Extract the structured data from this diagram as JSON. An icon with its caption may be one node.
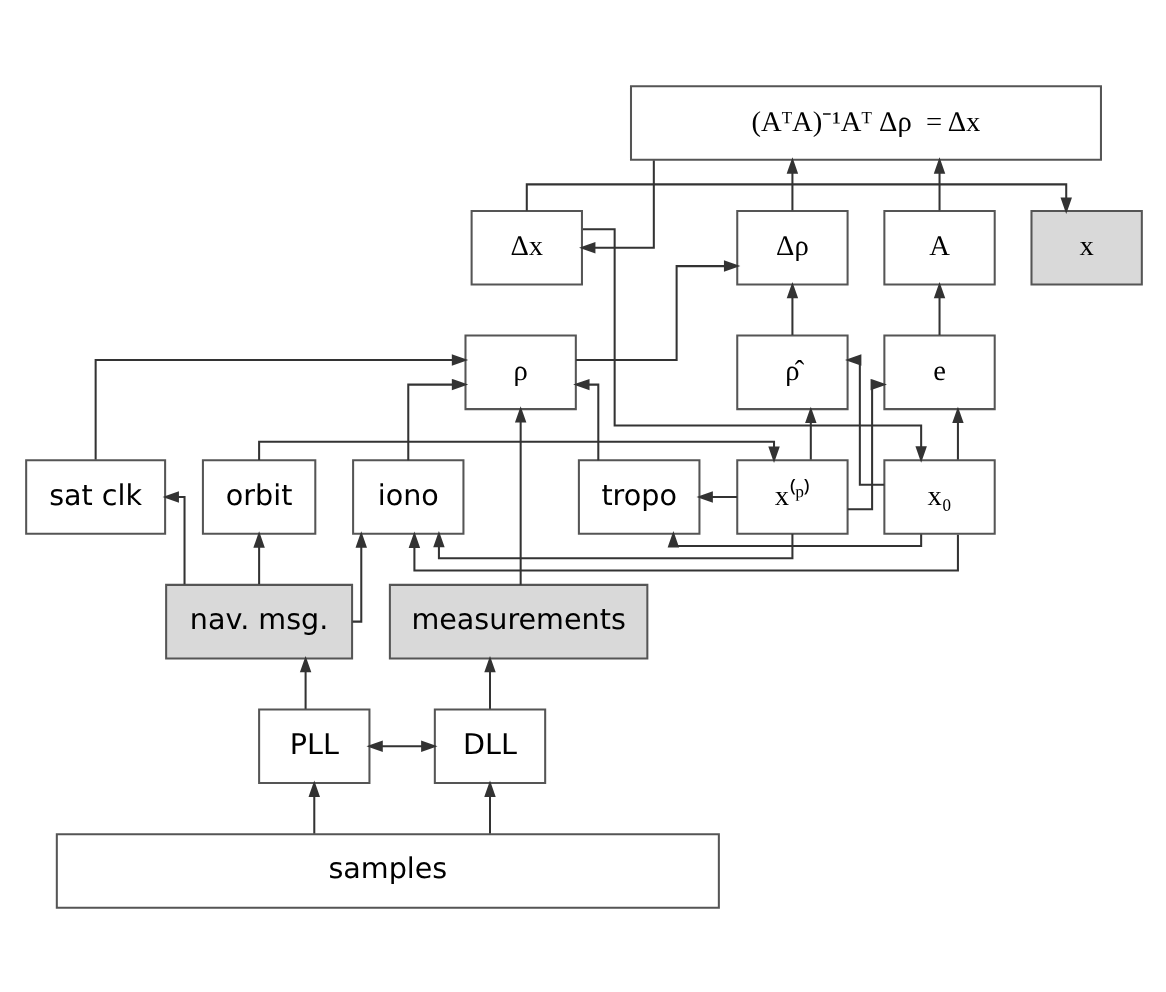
{
  "diagram": {
    "nodes": [
      {
        "text": [
          "(AᵀA)⁻¹Aᵀ Δρ  = Δx"
        ]
      },
      {
        "text": [
          "Δρ"
        ]
      },
      {
        "text": [
          "A"
        ]
      },
      {
        "text": [
          "Δx"
        ]
      },
      {
        "text": [
          "x"
        ]
      },
      {
        "text": [
          "ρ"
        ]
      },
      {
        "text": [
          "ρ̂"
        ]
      },
      {
        "text": [
          "e"
        ]
      },
      {
        "text": [
          "tropo"
        ]
      },
      {
        "text": [
          "iono"
        ]
      },
      {
        "text": [
          "sat clk"
        ]
      },
      {
        "text": [
          "orbit"
        ]
      },
      {
        "text": [
          "x⁽ᵖ⁾"
        ]
      },
      {
        "text": [
          "x₀"
        ]
      },
      {
        "text": [
          "measurements"
        ]
      },
      {
        "text": [
          "nav. msg."
        ]
      },
      {
        "text": [
          "DLL"
        ]
      },
      {
        "text": [
          "PLL"
        ]
      },
      {
        "text": [
          "samples"
        ]
      }
    ],
    "edges": [
      {
        "from": 1,
        "to": 0,
        "arrow": "to"
      },
      {
        "from": 2,
        "to": 0,
        "arrow": "to"
      },
      {
        "from": 0,
        "to": 3,
        "arrow": "to"
      },
      {
        "from": 3,
        "to": 4,
        "arrow": "to"
      },
      {
        "from": 3,
        "to": 13,
        "arrow": "to"
      },
      {
        "from": 5,
        "to": 1,
        "arrow": "to"
      },
      {
        "from": 6,
        "to": 1,
        "arrow": "to"
      },
      {
        "from": 7,
        "to": 2,
        "arrow": "to"
      },
      {
        "from": 8,
        "to": 5,
        "arrow": "to"
      },
      {
        "from": 9,
        "to": 5,
        "arrow": "to"
      },
      {
        "from": 10,
        "to": 5,
        "arrow": "to"
      },
      {
        "from": 12,
        "to": 6,
        "arrow": "to"
      },
      {
        "from": 13,
        "to": 6,
        "arrow": "to"
      },
      {
        "from": 12,
        "to": 7,
        "arrow": "to"
      },
      {
        "from": 13,
        "to": 7,
        "arrow": "to"
      },
      {
        "from": 11,
        "to": 12,
        "arrow": "to"
      },
      {
        "from": 12,
        "to": 8,
        "arrow": "to"
      },
      {
        "from": 12,
        "to": 9,
        "arrow": "to"
      },
      {
        "from": 13,
        "to": 8,
        "arrow": "to"
      },
      {
        "from": 13,
        "to": 9,
        "arrow": "to"
      },
      {
        "from": 15,
        "to": 9,
        "arrow": "to"
      },
      {
        "from": 15,
        "to": 10,
        "arrow": "to"
      },
      {
        "from": 15,
        "to": 11,
        "arrow": "to"
      },
      {
        "from": 14,
        "to": 5,
        "arrow": "to"
      },
      {
        "from": 16,
        "to": 14,
        "arrow": "to"
      },
      {
        "from": 17,
        "to": 15,
        "arrow": "to"
      },
      {
        "from": 16,
        "to": 17,
        "arrow": "both"
      },
      {
        "from": 18,
        "to": 16,
        "arrow": "to"
      },
      {
        "from": 18,
        "to": 17,
        "arrow": "to"
      }
    ]
  }
}
